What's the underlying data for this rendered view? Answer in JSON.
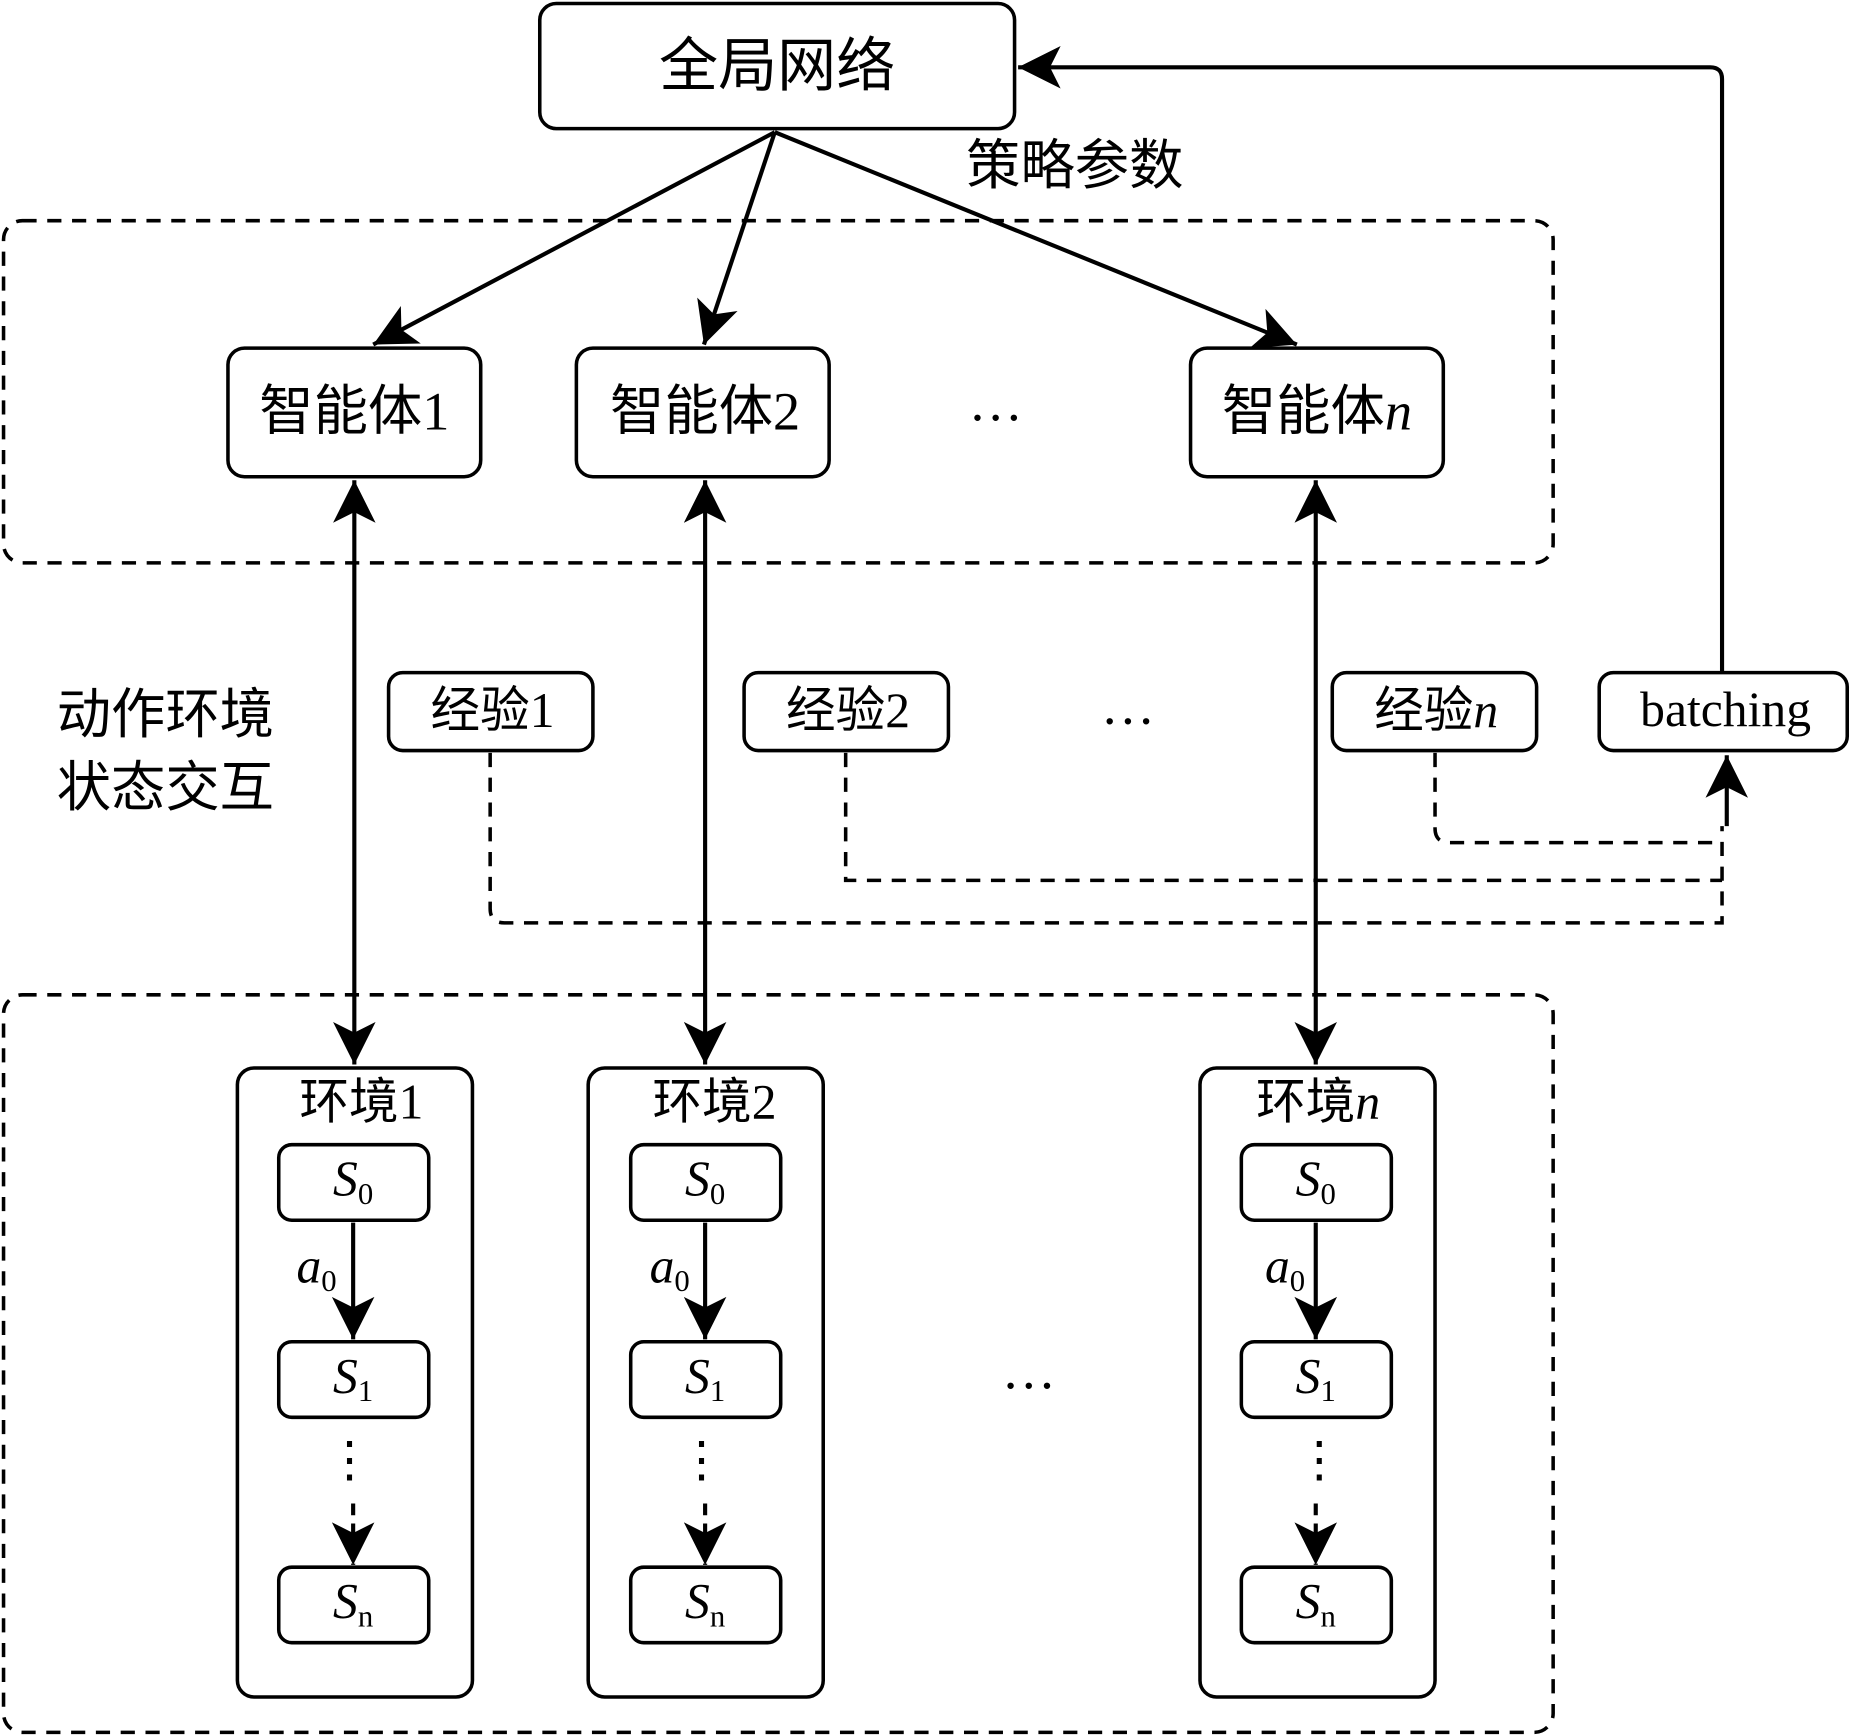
{
  "global_network": {
    "label": "全局网络"
  },
  "policy_params": {
    "label": "策略参数"
  },
  "agents": [
    {
      "label": "智能体",
      "index": "1",
      "index_italic": false
    },
    {
      "label": "智能体",
      "index": "2",
      "index_italic": false
    },
    {
      "label": "智能体",
      "index": "n",
      "index_italic": true
    }
  ],
  "agent_ellipsis": "…",
  "interaction_label": {
    "line1": "动作环境",
    "line2": "状态交互"
  },
  "experiences": [
    {
      "label": "经验",
      "index": "1",
      "index_italic": false
    },
    {
      "label": "经验",
      "index": "2",
      "index_italic": false
    },
    {
      "label": "经验",
      "index": "n",
      "index_italic": true
    }
  ],
  "experience_ellipsis": "…",
  "batching": {
    "label": "batching"
  },
  "environments": [
    {
      "label": "环境",
      "index": "1",
      "index_italic": false
    },
    {
      "label": "环境",
      "index": "2",
      "index_italic": false
    },
    {
      "label": "环境",
      "index": "n",
      "index_italic": true
    }
  ],
  "environment_ellipsis": "…",
  "states": {
    "s0": {
      "base": "S",
      "sub": "0"
    },
    "s1": {
      "base": "S",
      "sub": "1"
    },
    "sn": {
      "base": "S",
      "sub": "n"
    }
  },
  "action": {
    "base": "a",
    "sub": "0"
  },
  "vertical_dots": "⋮",
  "colors": {
    "stroke": "#000000",
    "background": "#ffffff"
  }
}
